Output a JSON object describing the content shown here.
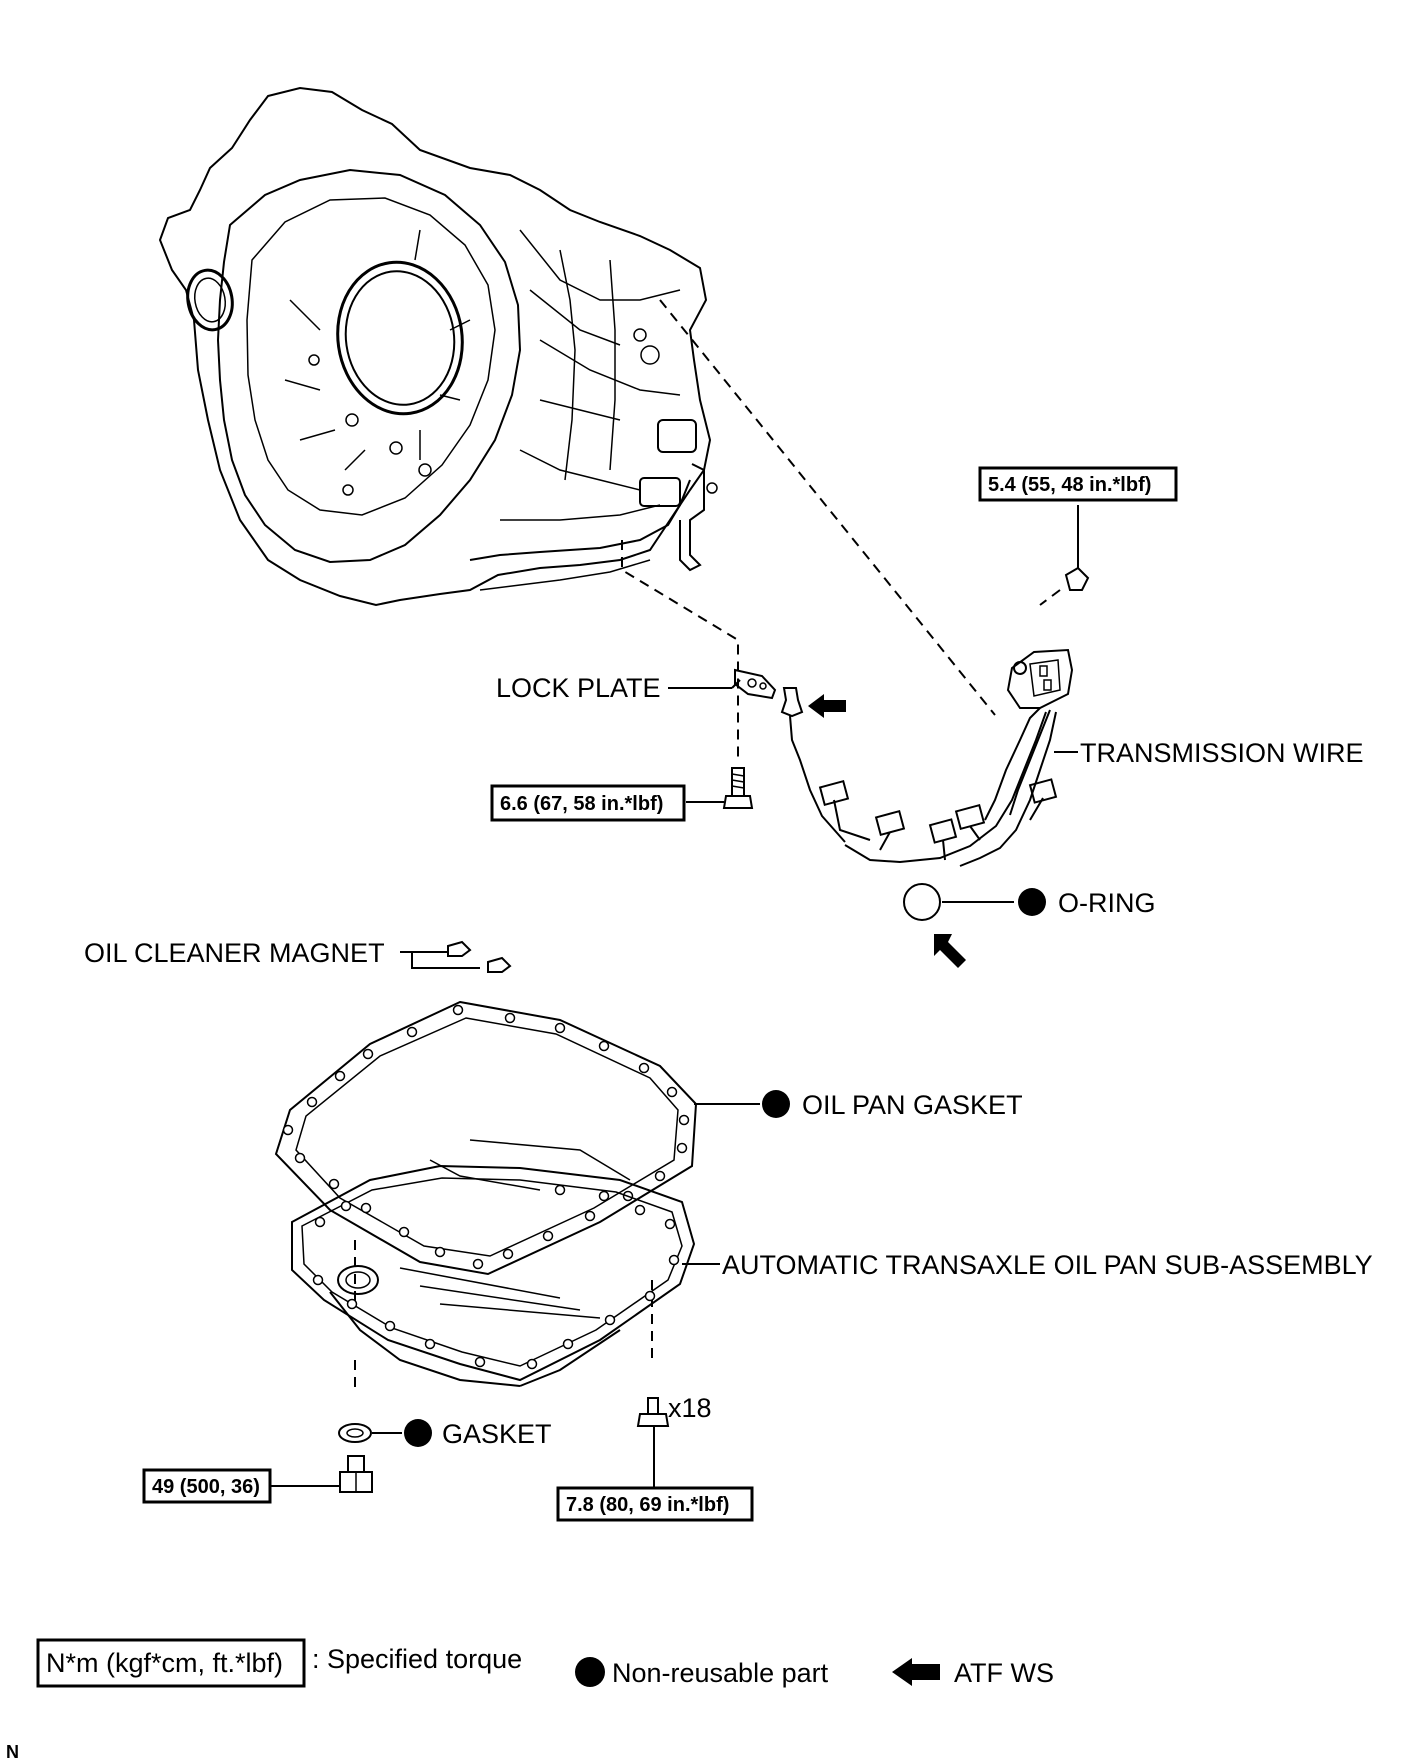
{
  "parts": {
    "lock_plate": "LOCK PLATE",
    "transmission_wire": "TRANSMISSION WIRE",
    "o_ring": "O-RING",
    "oil_cleaner_magnet": "OIL CLEANER MAGNET",
    "oil_pan_gasket": "OIL PAN GASKET",
    "oil_pan_sub_assembly": "AUTOMATIC TRANSAXLE OIL PAN SUB-ASSEMBLY",
    "gasket": "GASKET"
  },
  "torques": {
    "wire_bolt": "5.4 (55, 48 in.*lbf)",
    "lock_plate_bolt": "6.6 (67, 58 in.*lbf)",
    "drain_plug": "49 (500, 36)",
    "pan_bolts": "7.8 (80, 69 in.*lbf)"
  },
  "pan_bolt_count": "x18",
  "legend": {
    "torque_box": "N*m (kgf*cm, ft.*lbf)",
    "torque_desc": ": Specified torque",
    "non_reusable": "Non-reusable part",
    "atf": "ATF WS"
  },
  "corner_mark": "N",
  "colors": {
    "ink": "#000000",
    "paper": "#ffffff"
  }
}
